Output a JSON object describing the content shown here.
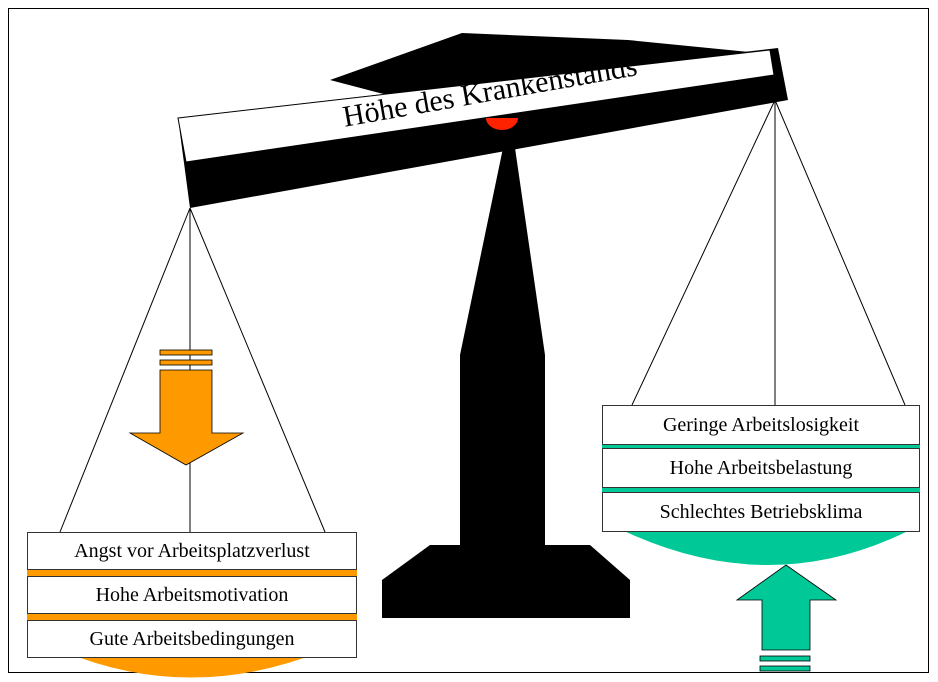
{
  "diagram": {
    "beam_title": "Höhe des Krankenstands",
    "left_pan": {
      "items": [
        "Angst vor Arbeitsplatzverlust",
        "Hohe Arbeitsmotivation",
        "Gute Arbeitsbedingungen"
      ],
      "arrow_direction": "down",
      "color": "#FF9900"
    },
    "right_pan": {
      "items": [
        "Geringe Arbeitslosigkeit",
        "Hohe Arbeitsbelastung",
        "Schlechtes Betriebsklima"
      ],
      "arrow_direction": "up",
      "color": "#00C896"
    },
    "pivot_color": "#FF2200",
    "structure_color": "#000000"
  }
}
